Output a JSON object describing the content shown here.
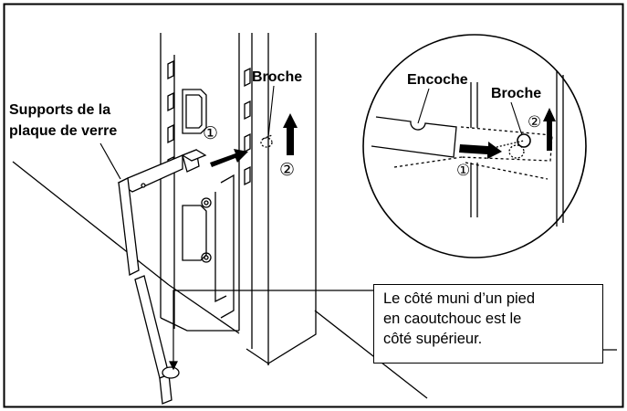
{
  "labels": {
    "supports_line1": "Supports de la",
    "supports_line2": "plaque de verre",
    "broche_main": "Broche",
    "step1": "①",
    "step2": "②",
    "encoche": "Encoche",
    "broche_inset": "Broche",
    "inset_step1": "①",
    "inset_step2": "②"
  },
  "note": {
    "line1": "Le côté muni d’un pied",
    "line2": "en caoutchouc est le",
    "line3": "côté supérieur."
  }
}
